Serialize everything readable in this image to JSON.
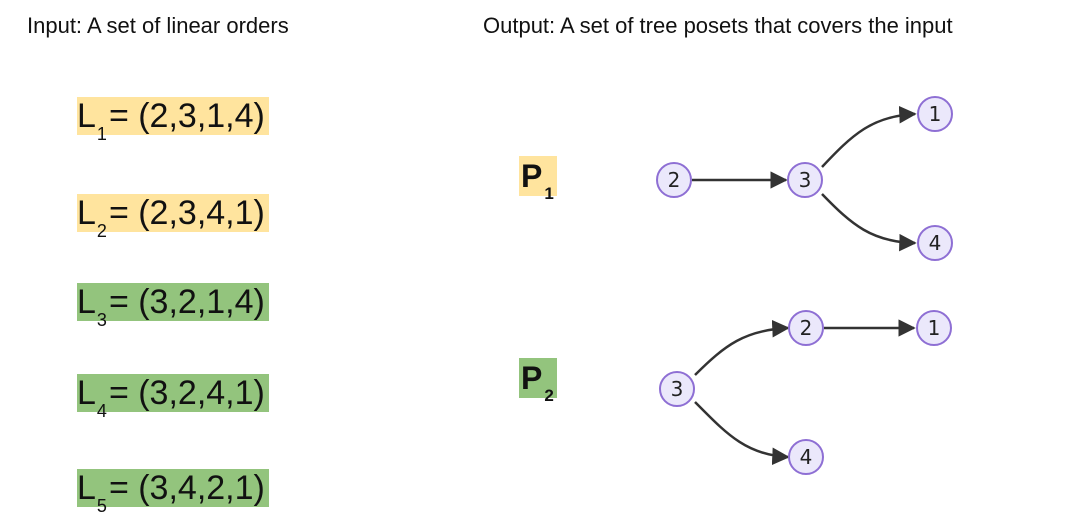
{
  "headings": {
    "input": "Input: A set of linear orders",
    "output": "Output: A set of tree posets that covers the input"
  },
  "colors": {
    "yellow_highlight": "#ffe49e",
    "green_highlight": "#93c47d",
    "node_fill": "#ebe8fb",
    "node_stroke": "#8e6fd4"
  },
  "linear_orders": [
    {
      "letter": "L",
      "index": "1",
      "sequence": "= (2,3,1,4)",
      "highlight": "yellow"
    },
    {
      "letter": "L",
      "index": "2",
      "sequence": "= (2,3,4,1)",
      "highlight": "yellow"
    },
    {
      "letter": "L",
      "index": "3",
      "sequence": "= (3,2,1,4)",
      "highlight": "green"
    },
    {
      "letter": "L",
      "index": "4",
      "sequence": "= (3,2,4,1)",
      "highlight": "green"
    },
    {
      "letter": "L",
      "index": "5",
      "sequence": "= (3,4,2,1)",
      "highlight": "green"
    }
  ],
  "posets": [
    {
      "letter": "P",
      "index": "1",
      "highlight": "yellow",
      "nodes": [
        "2",
        "3",
        "1",
        "4"
      ],
      "edges": [
        [
          "2",
          "3"
        ],
        [
          "3",
          "1"
        ],
        [
          "3",
          "4"
        ]
      ]
    },
    {
      "letter": "P",
      "index": "2",
      "highlight": "green",
      "nodes": [
        "3",
        "2",
        "1",
        "4"
      ],
      "edges": [
        [
          "3",
          "2"
        ],
        [
          "2",
          "1"
        ],
        [
          "3",
          "4"
        ]
      ]
    }
  ]
}
